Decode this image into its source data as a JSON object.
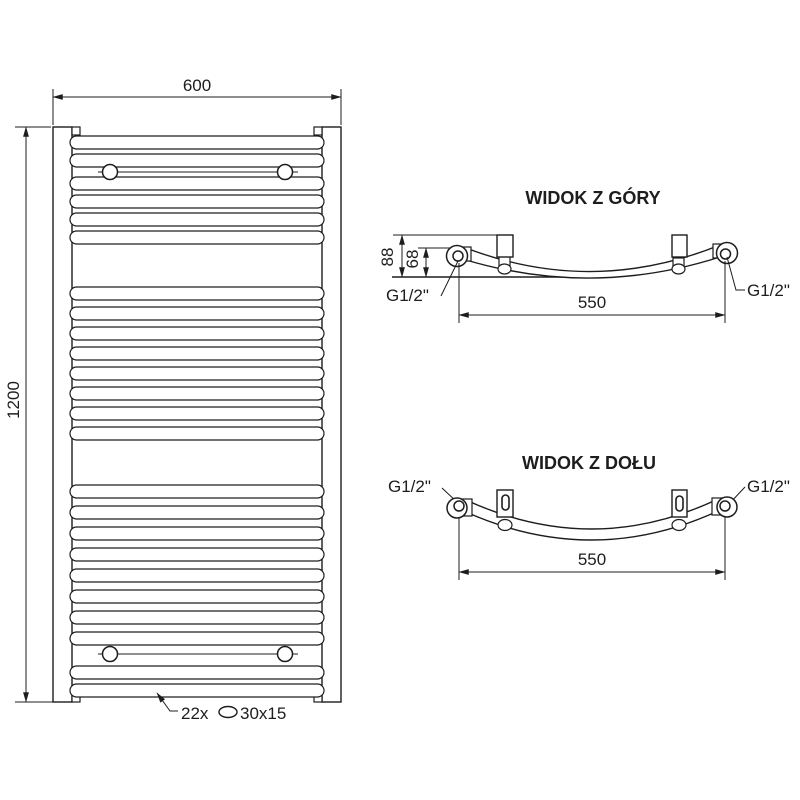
{
  "front_view": {
    "dim_width": "600",
    "dim_height": "1200",
    "tube_label_count": "22x",
    "tube_label_size": "30x15",
    "rung_groups": [
      6,
      8,
      10
    ]
  },
  "top_view": {
    "title": "WIDOK Z GÓRY",
    "dim_to_bracket": "88",
    "dim_to_tube": "68",
    "dim_connections": "550",
    "port_left": "G1/2\"",
    "port_right": "G1/2\""
  },
  "bottom_view": {
    "title": "WIDOK Z DOŁU",
    "dim_connections": "550",
    "port_left": "G1/2\"",
    "port_right": "G1/2\""
  },
  "colors": {
    "line": "#1d1d1d",
    "background": "#ffffff"
  }
}
